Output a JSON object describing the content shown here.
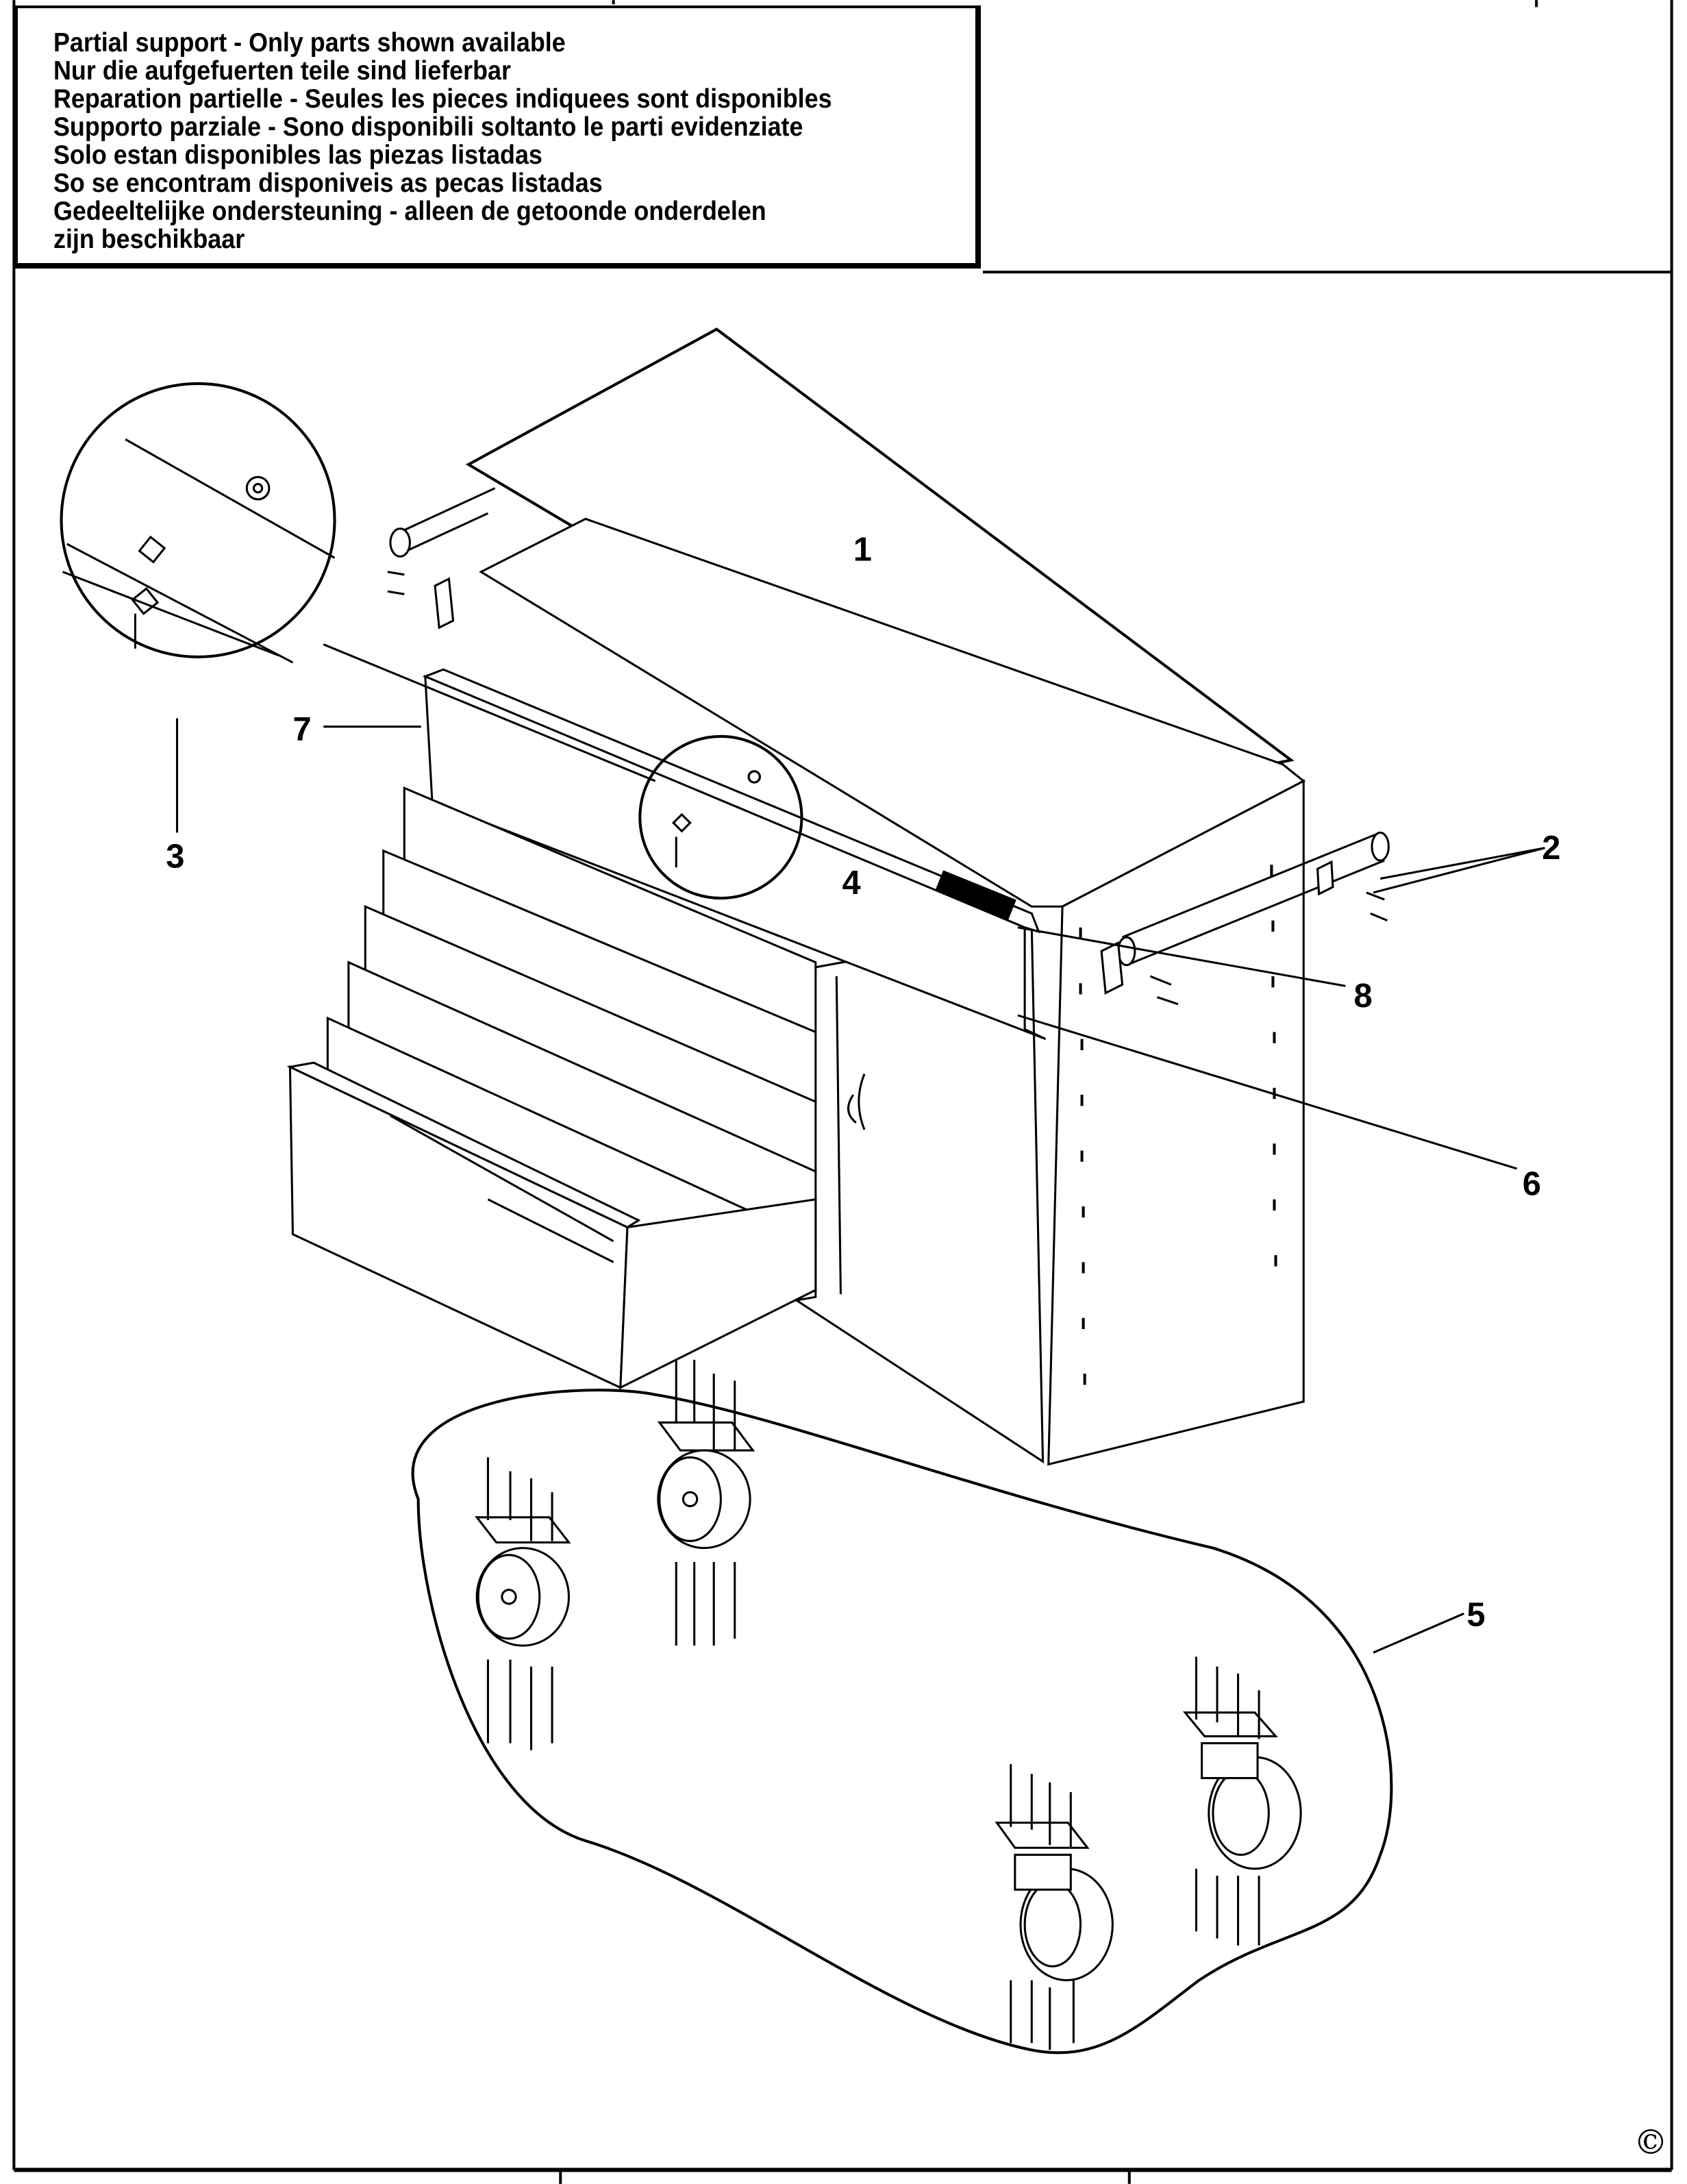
{
  "notice": {
    "lines": [
      "Partial support - Only parts shown available",
      "Nur die aufgefuerten teile sind lieferbar",
      "Reparation partielle - Seules les pieces indiquees sont disponibles",
      "Supporto parziale - Sono disponibili soltanto le parti evidenziate",
      "Solo estan disponibles las piezas listadas",
      "So se encontram disponiveis as pecas listadas",
      "Gedeeltelijke ondersteuning - alleen de getoonde onderdelen",
      "zijn beschikbaar"
    ]
  },
  "callouts": [
    "1",
    "2",
    "3",
    "4",
    "5",
    "6",
    "7",
    "8"
  ],
  "copyright": "©"
}
